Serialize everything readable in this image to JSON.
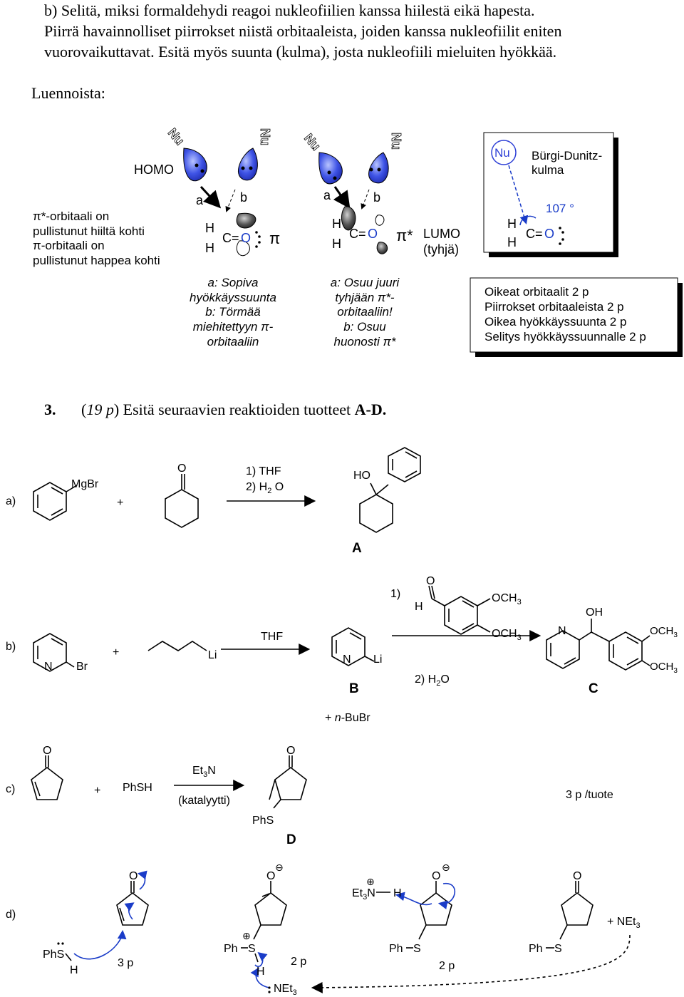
{
  "question_b": {
    "lines": [
      "b) Selitä, miksi formaldehydi reagoi nukleofiilien kanssa hiilestä eikä hapesta.",
      "Piirrä havainnolliset piirrokset niistä orbitaaleista, joiden kanssa nukleofiilit eniten",
      "vuorovaikuttavat. Esitä myös suunta (kulma), josta nukleofiili mieluiten hyökkää."
    ],
    "source_label": "Luennoista:"
  },
  "orbitals": {
    "homo_label": "HOMO",
    "nu": "Nu",
    "pi_star_description": [
      "π*-orbitaali on",
      "pullistunut hiiltä kohti",
      "π-orbitaali on",
      "pullistunut happea kohti"
    ],
    "a": "a",
    "b": "b",
    "pi": "π",
    "pi_star": "π*",
    "lumo": [
      "LUMO",
      "(tyhjä)"
    ],
    "caption_pi": [
      "a: Sopiva",
      "hyökkäyssuunta",
      "b: Törmää",
      "miehitettyyn π-",
      "orbitaaliin"
    ],
    "caption_pi_star": [
      "a: Osuu juuri",
      "tyhjään π*-",
      "orbitaaliin!",
      "b: Osuu",
      "huonosti π*"
    ],
    "burgi_title": [
      "Bürgi-Dunitz-",
      "kulma"
    ],
    "angle": "107 °",
    "scoring": [
      "Oikeat orbitaalit 2 p",
      "Piirrokset orbitaaleista 2 p",
      "Oikea hyökkäyssuunta 2 p",
      "Selitys hyökkäyssuunnalle 2 p"
    ]
  },
  "question3": {
    "number": "3.",
    "points": "(19 p)",
    "text": "Esitä seuraavien reaktioiden tuotteet",
    "products": "A-D."
  },
  "reactions": {
    "a": {
      "label": "a)",
      "reagent": "MgBr",
      "plus": "+",
      "step1": "1) THF",
      "step2": "2) H",
      "step2_sub": "2",
      "step2_end": " O",
      "product_oh": "HO",
      "product_label": "A"
    },
    "b": {
      "label": "b)",
      "n": "N",
      "br": "Br",
      "plus": "+",
      "li": "Li",
      "thf": "THF",
      "intermediate_label": "B",
      "byproduct": "+ ",
      "byproduct_it": "n",
      "byproduct_end": "-BuBr",
      "step1": "1)",
      "aldehyde_h": "H",
      "aldehyde_o": "O",
      "och3": "OCH",
      "sub3": "3",
      "step2": "2) H",
      "step2_sub": "2",
      "step2_end": "O",
      "oh": "OH",
      "product_label": "C"
    },
    "c": {
      "label": "c)",
      "o": "O",
      "plus": "+",
      "reagent": "PhSH",
      "cond_top": "Et",
      "cond_top_sub": "3",
      "cond_top_end": "N",
      "cond_bottom": "(katalyytti)",
      "phs": "PhS",
      "product_label": "D",
      "points": "3 p /tuote"
    },
    "d": {
      "label": "d)",
      "phs": "PhS",
      "h": "H",
      "o": "O",
      "p3": "3 p",
      "p2a": "2 p",
      "p2b": "2 p",
      "ph": "Ph",
      "s": "S",
      "net3": "NEt",
      "sub3": "3",
      "et3nh": "Et",
      "et3nh_n": "N",
      "plus_net3": "+ NEt"
    }
  },
  "colors": {
    "orbital_blue": "#2d3fd6",
    "arrow_blue": "#1a3cc8",
    "lobe_gray": "#444444"
  }
}
